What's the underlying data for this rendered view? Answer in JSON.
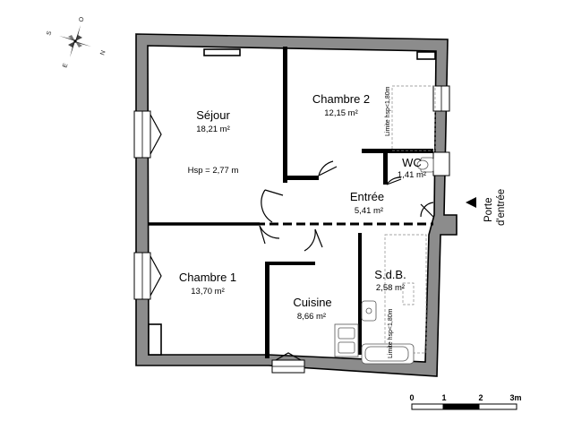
{
  "compass": {
    "n": "N",
    "s": "S",
    "e": "E",
    "o": "O"
  },
  "rooms": [
    {
      "id": "sejour",
      "name": "Séjour",
      "area": "18,21 m²",
      "note": "Hsp = 2,77 m"
    },
    {
      "id": "chambre2",
      "name": "Chambre 2",
      "area": "12,15 m²",
      "note": "Limite hsp<1,80m"
    },
    {
      "id": "wc",
      "name": "WC",
      "area": "1,41 m²"
    },
    {
      "id": "entree",
      "name": "Entrée",
      "area": "5,41 m²"
    },
    {
      "id": "chambre1",
      "name": "Chambre 1",
      "area": "13,70 m²"
    },
    {
      "id": "cuisine",
      "name": "Cuisine",
      "area": "8,66 m²"
    },
    {
      "id": "sdb",
      "name": "S.d.B.",
      "area": "2,58 m²",
      "note": "Limite hsp<1,80m"
    }
  ],
  "entrance": {
    "label_line1": "Porte",
    "label_line2": "d'entrée"
  },
  "scale": {
    "ticks": [
      "0",
      "1",
      "2",
      "3m"
    ]
  }
}
